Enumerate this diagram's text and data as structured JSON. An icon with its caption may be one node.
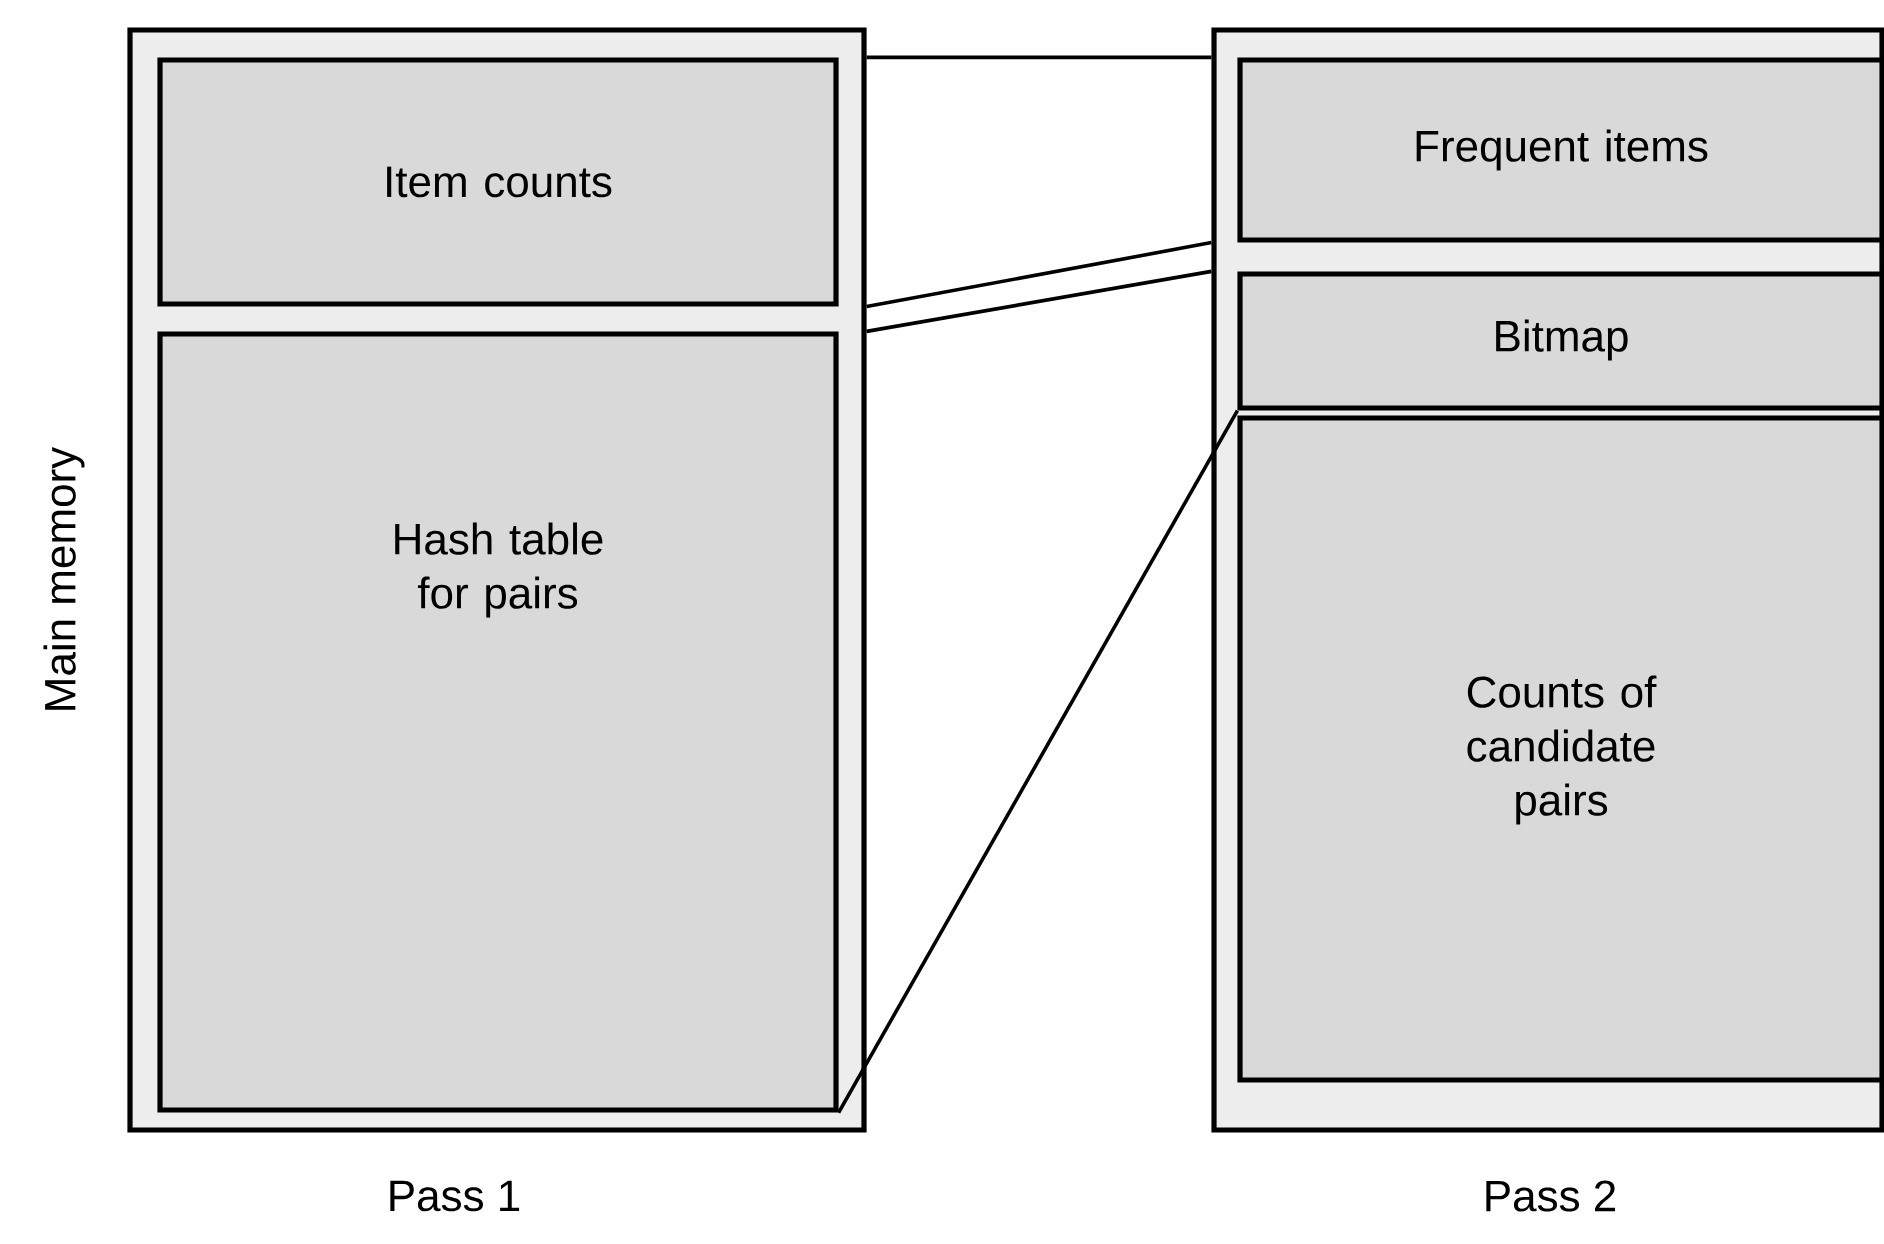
{
  "diagram": {
    "nodes": [
      {
        "text": [],
        "shape": "box",
        "beside": [
          "Pass 1"
        ]
      },
      {
        "text": [
          "Item counts"
        ],
        "in": 0
      },
      {
        "text": [
          "Hash table for pairs"
        ],
        "in": 0
      },
      {
        "text": [],
        "shape": "box",
        "beside": [
          "Pass 2"
        ]
      },
      {
        "text": [
          "Frequent items"
        ],
        "in": 3
      },
      {
        "text": [
          "Bitmap"
        ],
        "in": 3
      },
      {
        "text": [
          "Counts of candidate pairs"
        ],
        "in": 3
      }
    ],
    "edges": [
      {
        "from": 1,
        "to": 4,
        "arrow": "none"
      },
      {
        "from": 1,
        "to": 4,
        "arrow": "none"
      },
      {
        "from": 2,
        "to": 5,
        "arrow": "none"
      },
      {
        "from": 2,
        "to": 5,
        "arrow": "none"
      }
    ],
    "labels": [
      "Main memory"
    ]
  }
}
